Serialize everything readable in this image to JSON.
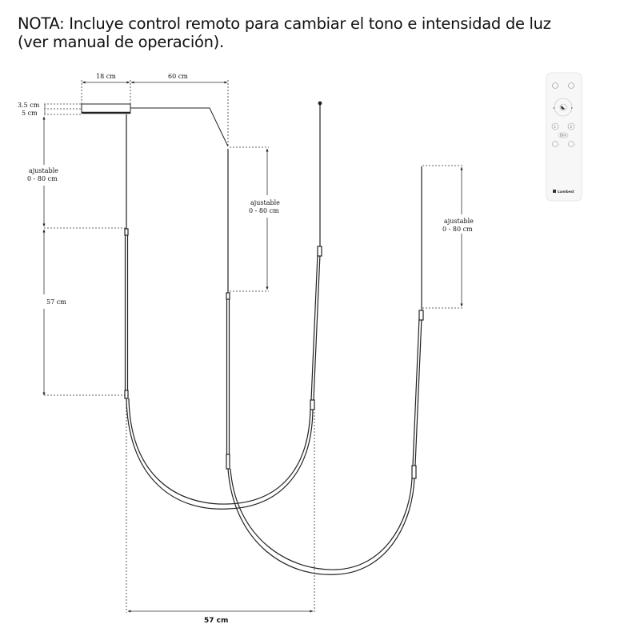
{
  "note": {
    "line1": "NOTA: Incluye control remoto para cambiar el tono e intensidad de luz",
    "line2": "(ver manual de operación)."
  },
  "dimensions": {
    "width_canopy": "18 cm",
    "offset_arm": "60 cm",
    "canopy_height": "3.5 cm",
    "canopy_depth": "5 cm",
    "adjustable_left_1": "ajustable",
    "adjustable_left_2": "0 - 80 cm",
    "adjustable_mid_1": "ajustable",
    "adjustable_mid_2": "0 - 80 cm",
    "adjustable_right_1": "ajustable",
    "adjustable_right_2": "0 - 80 cm",
    "segment_length": "57 cm",
    "bottom_width": "57 cm"
  },
  "remote": {
    "buttons": [
      "1",
      "2"
    ],
    "center_label": "Dim",
    "brand": "Lumibest"
  },
  "colors": {
    "line": "#222222",
    "dashed": "#333333",
    "remote_body": "#f7f7f7",
    "remote_border": "#dddddd"
  },
  "icons": [
    "power-icon",
    "arrow-left-icon",
    "arrow-right-icon",
    "color-temperature-icon",
    "timer-icon",
    "brand-logo-icon"
  ]
}
